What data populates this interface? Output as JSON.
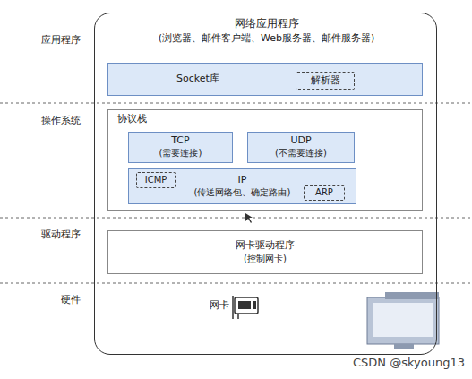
{
  "diagram": {
    "nodes": [
      {
        "text": [
          "网络应用程序",
          "(浏览器、邮件客户端、Web服务器、邮件服务器)"
        ]
      },
      {
        "text": [
          "Socket库"
        ],
        "in": 0
      },
      {
        "text": [
          "解析器"
        ],
        "in": 1
      },
      {
        "text": [
          "协议栈"
        ],
        "in": 0
      },
      {
        "text": [
          "TCP",
          "(需要连接)"
        ],
        "in": 3
      },
      {
        "text": [
          "UDP",
          "(不需要连接)"
        ],
        "in": 3
      },
      {
        "text": [
          "IP",
          "(传送网络包、确定路由)"
        ],
        "in": 3
      },
      {
        "text": [
          "ICMP"
        ],
        "in": 6
      },
      {
        "text": [
          "ARP"
        ],
        "in": 6
      },
      {
        "text": [
          "网卡驱动程序",
          "(控制网卡)"
        ],
        "in": 0
      }
    ],
    "labels": [
      "应用程序",
      "操作系统",
      "驱动程序",
      "硬件",
      "网卡",
      "CSDN @skyoung13"
    ]
  }
}
